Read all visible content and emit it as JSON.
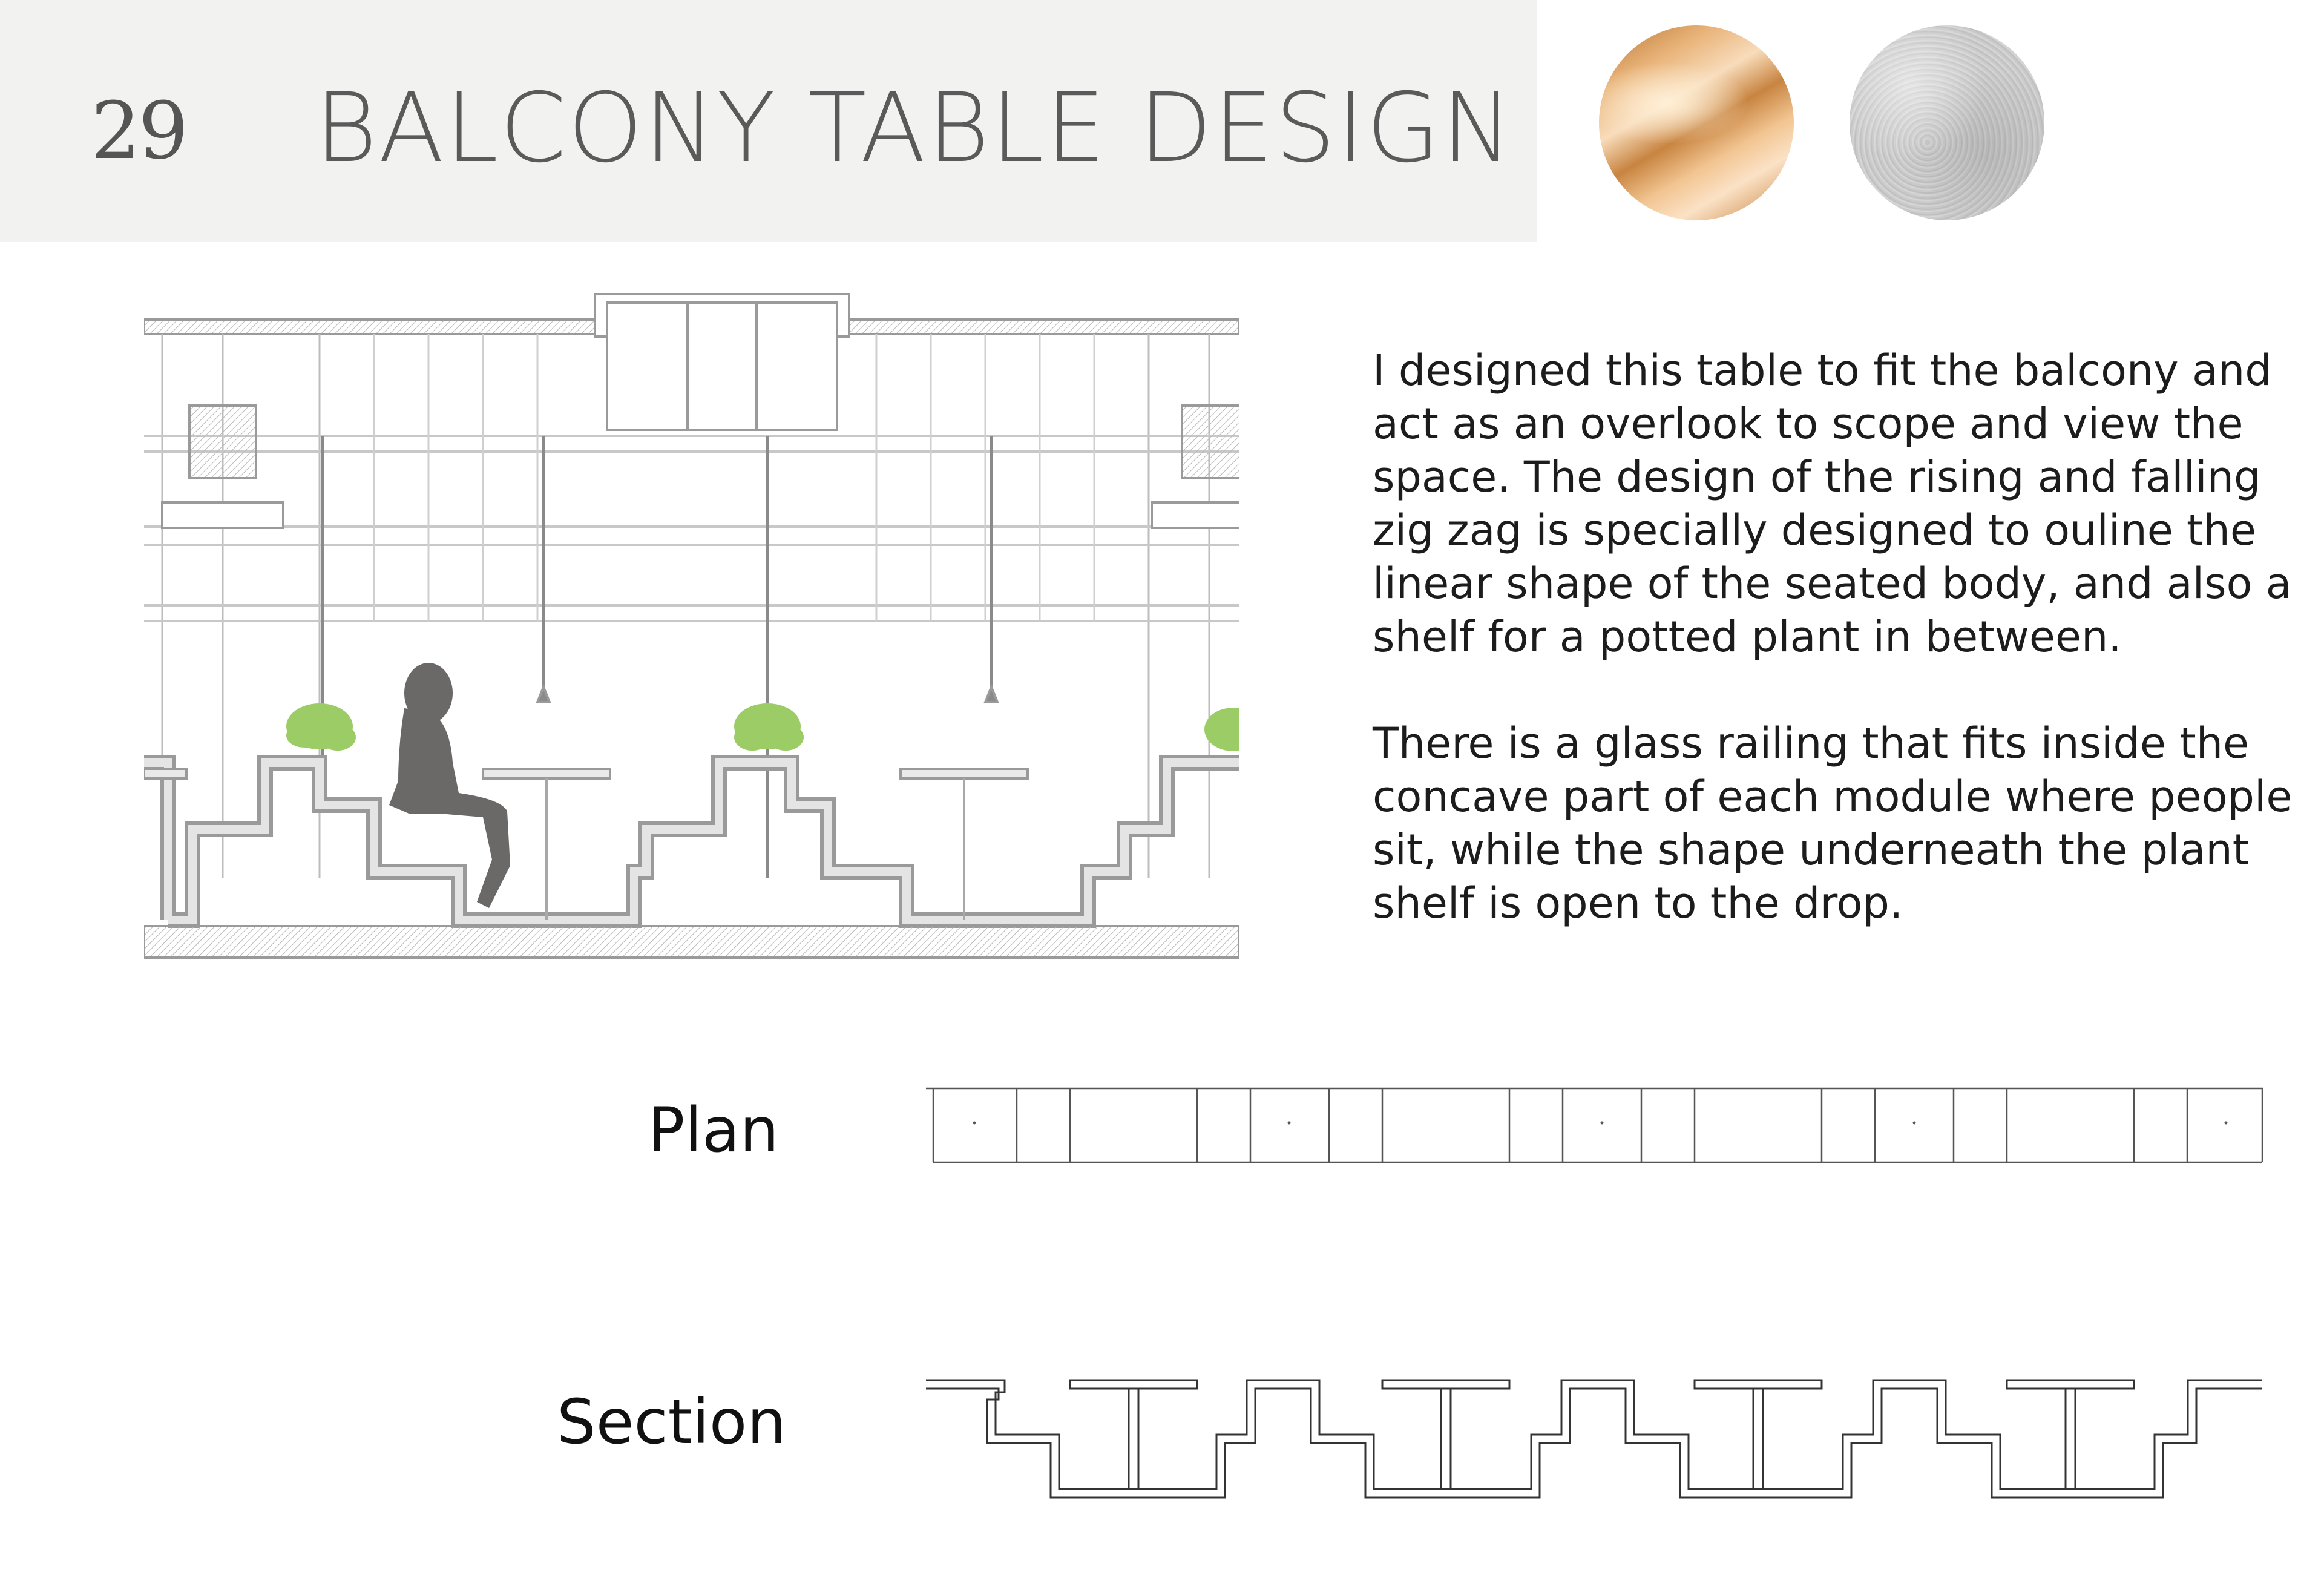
{
  "header": {
    "page_number": "29",
    "title": "BALCONY TABLE DESIGN"
  },
  "material_swatches": [
    {
      "name": "gold",
      "icon": "gold-satin-swatch"
    },
    {
      "name": "concrete",
      "icon": "concrete-swatch"
    }
  ],
  "description": {
    "paragraph_1": "I designed this table to fit the balcony and act as an overlook to scope and view the space. The design of the rising and falling zig zag is specially designed to ouline the linear shape of the seated body, and also a shelf for a potted plant in between.",
    "paragraph_2": "There is a glass railing that fits inside the concave part of each module where people sit, while the shape underneath the plant shelf is open to the drop."
  },
  "drawings": {
    "plan_label": "Plan",
    "section_label": "Section"
  },
  "colors": {
    "header_band": "#f2f2f0",
    "title_text": "#5a5a5a",
    "plant_green": "#9ccc65",
    "figure_gray": "#6b6868",
    "line_gray": "#9a9a9a"
  }
}
